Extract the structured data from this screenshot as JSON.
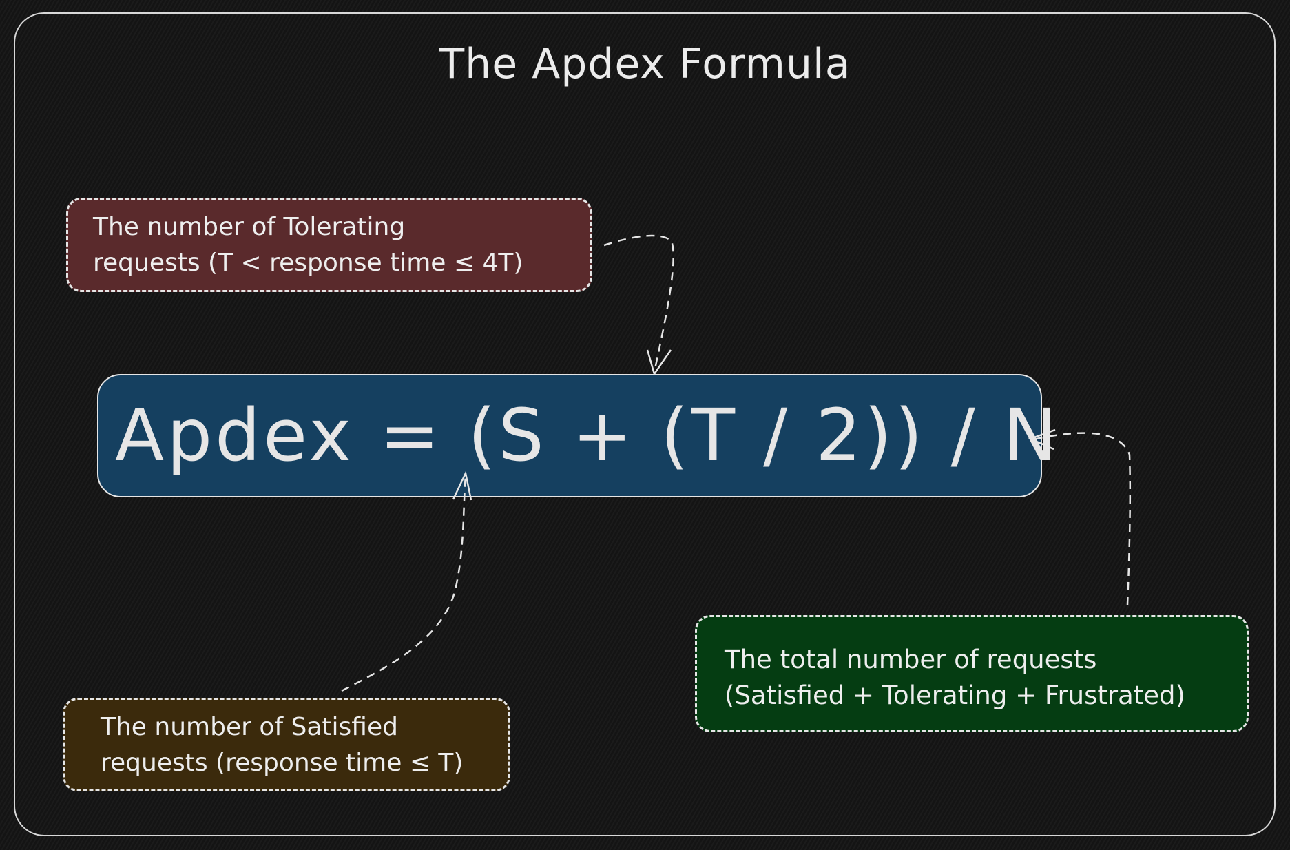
{
  "title": "The Apdex Formula",
  "formula": "Apdex = (S + (T / 2)) / N",
  "annotations": {
    "tolerating": {
      "line1": "The number of Tolerating",
      "line2": "requests (T < response time ≤ 4T)",
      "color": "#5a2a2c"
    },
    "satisfied": {
      "line1": "The number of Satisfied",
      "line2": "requests (response time ≤ T)",
      "color": "#3b2a0c"
    },
    "total": {
      "line1": "The total number of requests",
      "line2": "(Satisfied + Tolerating + Frustrated)",
      "color": "#053d12"
    }
  },
  "formula_color": "#154060"
}
